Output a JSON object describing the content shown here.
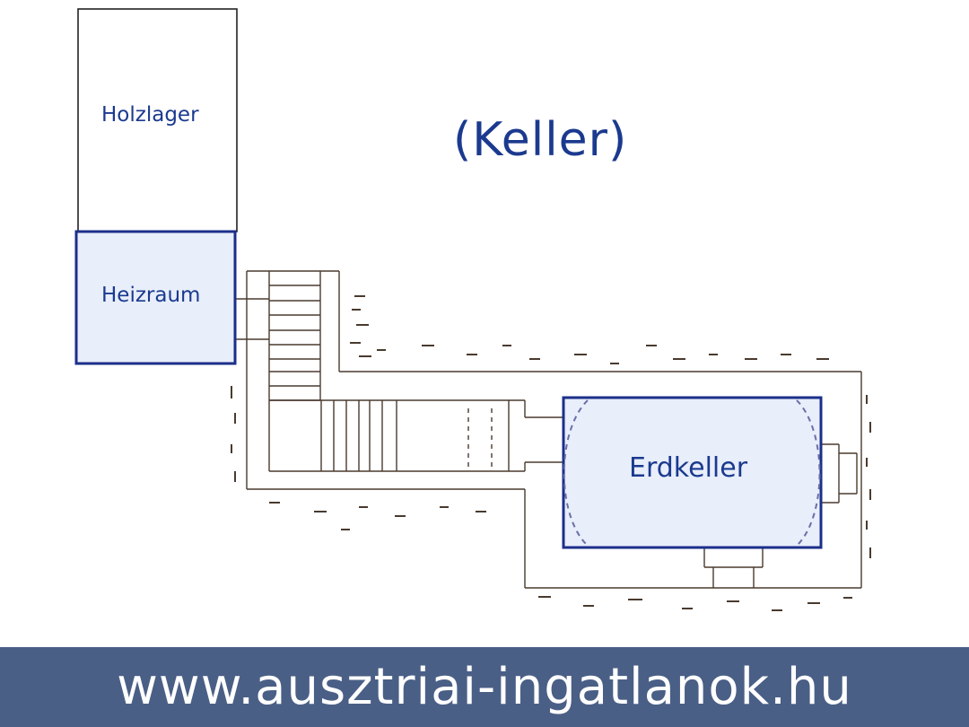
{
  "title": "(Keller)",
  "rooms": {
    "holzlager": "Holzlager",
    "heizraum": "Heizraum",
    "erdkeller": "Erdkeller"
  },
  "footer": {
    "url": "www.ausztriai-ingatlanok.hu"
  },
  "colors": {
    "room_fill": "#e8eefa",
    "room_border": "#1b2f8a",
    "label": "#1b3a8f",
    "footer_bg": "#4a5f86",
    "sketch": "#4a3a2e"
  }
}
